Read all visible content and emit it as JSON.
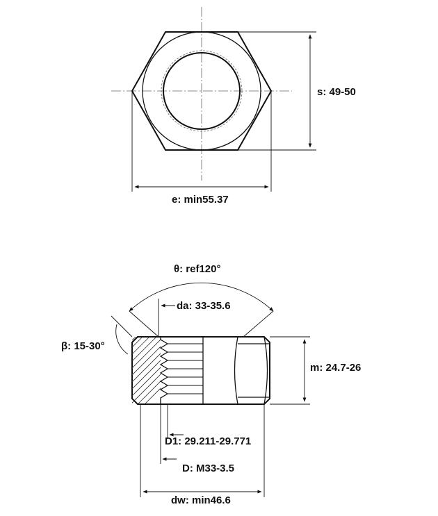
{
  "top_view": {
    "s_label": "s: 49-50",
    "e_label": "e: min55.37"
  },
  "side_view": {
    "theta_label": "θ:   ref120°",
    "da_label": "da: 33-35.6",
    "beta_label": "β: 15-30°",
    "m_label": "m: 24.7-26",
    "d1_label": "D1: 29.211-29.771",
    "d_label": "D: M33-3.5",
    "dw_label": "dw: min46.6"
  }
}
